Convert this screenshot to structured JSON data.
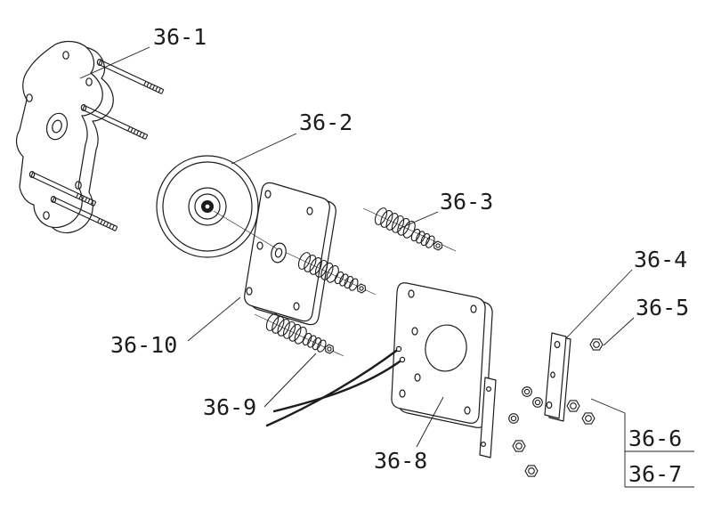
{
  "diagram": {
    "background_color": "#ffffff",
    "line_color": "#1c1c1c",
    "part_labels": {
      "p36_1": "36-1",
      "p36_2": "36-2",
      "p36_3": "36-3",
      "p36_4": "36-4",
      "p36_5": "36-5",
      "p36_6": "36-6",
      "p36_7": "36-7",
      "p36_8": "36-8",
      "p36_9": "36-9",
      "p36_10": "36-10"
    }
  }
}
